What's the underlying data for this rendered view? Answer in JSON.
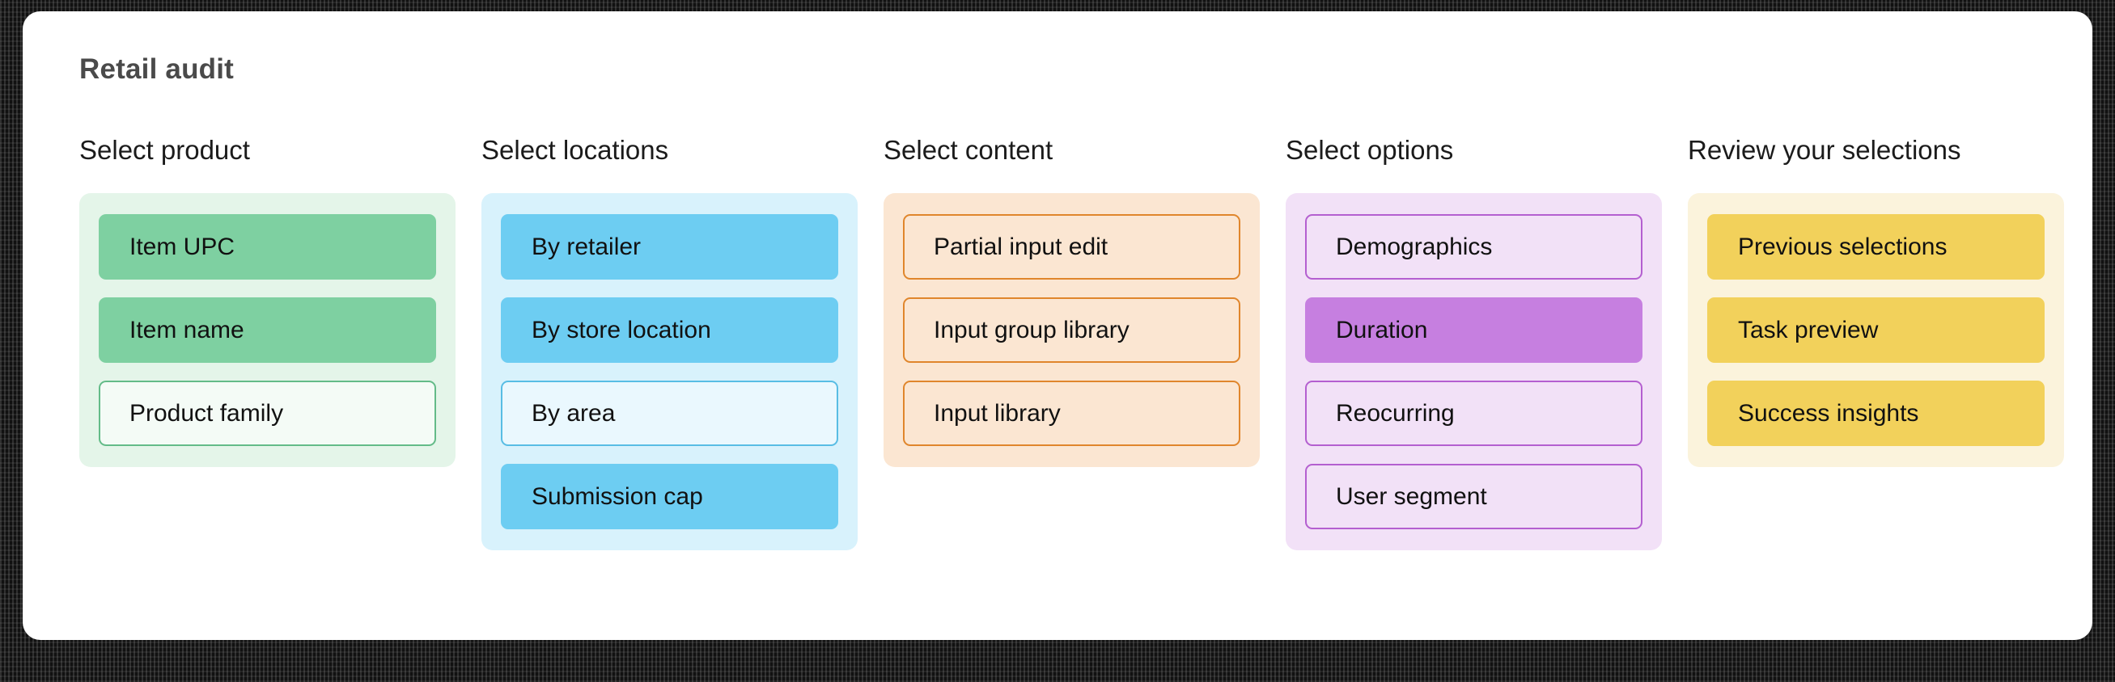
{
  "title": "Retail audit",
  "columns": [
    {
      "header": "Select product",
      "theme": "green",
      "items": [
        {
          "label": "Item UPC",
          "state": "filled"
        },
        {
          "label": "Item name",
          "state": "filled"
        },
        {
          "label": "Product family",
          "state": "outline"
        }
      ]
    },
    {
      "header": "Select locations",
      "theme": "blue",
      "items": [
        {
          "label": "By retailer",
          "state": "filled"
        },
        {
          "label": "By store location",
          "state": "filled"
        },
        {
          "label": "By area",
          "state": "outline"
        },
        {
          "label": "Submission cap",
          "state": "filled"
        }
      ]
    },
    {
      "header": "Select content",
      "theme": "orange",
      "items": [
        {
          "label": "Partial input edit",
          "state": "outline"
        },
        {
          "label": "Input group library",
          "state": "outline"
        },
        {
          "label": "Input library",
          "state": "outline"
        }
      ]
    },
    {
      "header": "Select options",
      "theme": "purple",
      "items": [
        {
          "label": "Demographics",
          "state": "outline"
        },
        {
          "label": "Duration",
          "state": "filled"
        },
        {
          "label": "Reocurring",
          "state": "outline"
        },
        {
          "label": "User segment",
          "state": "outline"
        }
      ]
    },
    {
      "header": "Review your selections",
      "theme": "yellow",
      "items": [
        {
          "label": "Previous selections",
          "state": "filled"
        },
        {
          "label": "Task preview",
          "state": "filled"
        },
        {
          "label": "Success insights",
          "state": "filled"
        }
      ]
    }
  ],
  "colors": {
    "title_text": "#4a4a4a",
    "header_text": "#1b1b1b",
    "chip_text": "#111111",
    "card_background": "#ffffff",
    "frame": "#111111",
    "green_container": "#e4f5e9",
    "green_filled": "#7ed0a1",
    "green_border": "#63bb88",
    "blue_container": "#d8f2fc",
    "blue_filled": "#6dcdf2",
    "blue_border": "#58bde4",
    "orange_container": "#fbe6d2",
    "orange_border": "#e0862c",
    "purple_container": "#f2e1f7",
    "purple_filled": "#c67fe0",
    "purple_border": "#b45fd0",
    "yellow_container": "#fbf3dc",
    "yellow_filled": "#f2d15b"
  }
}
